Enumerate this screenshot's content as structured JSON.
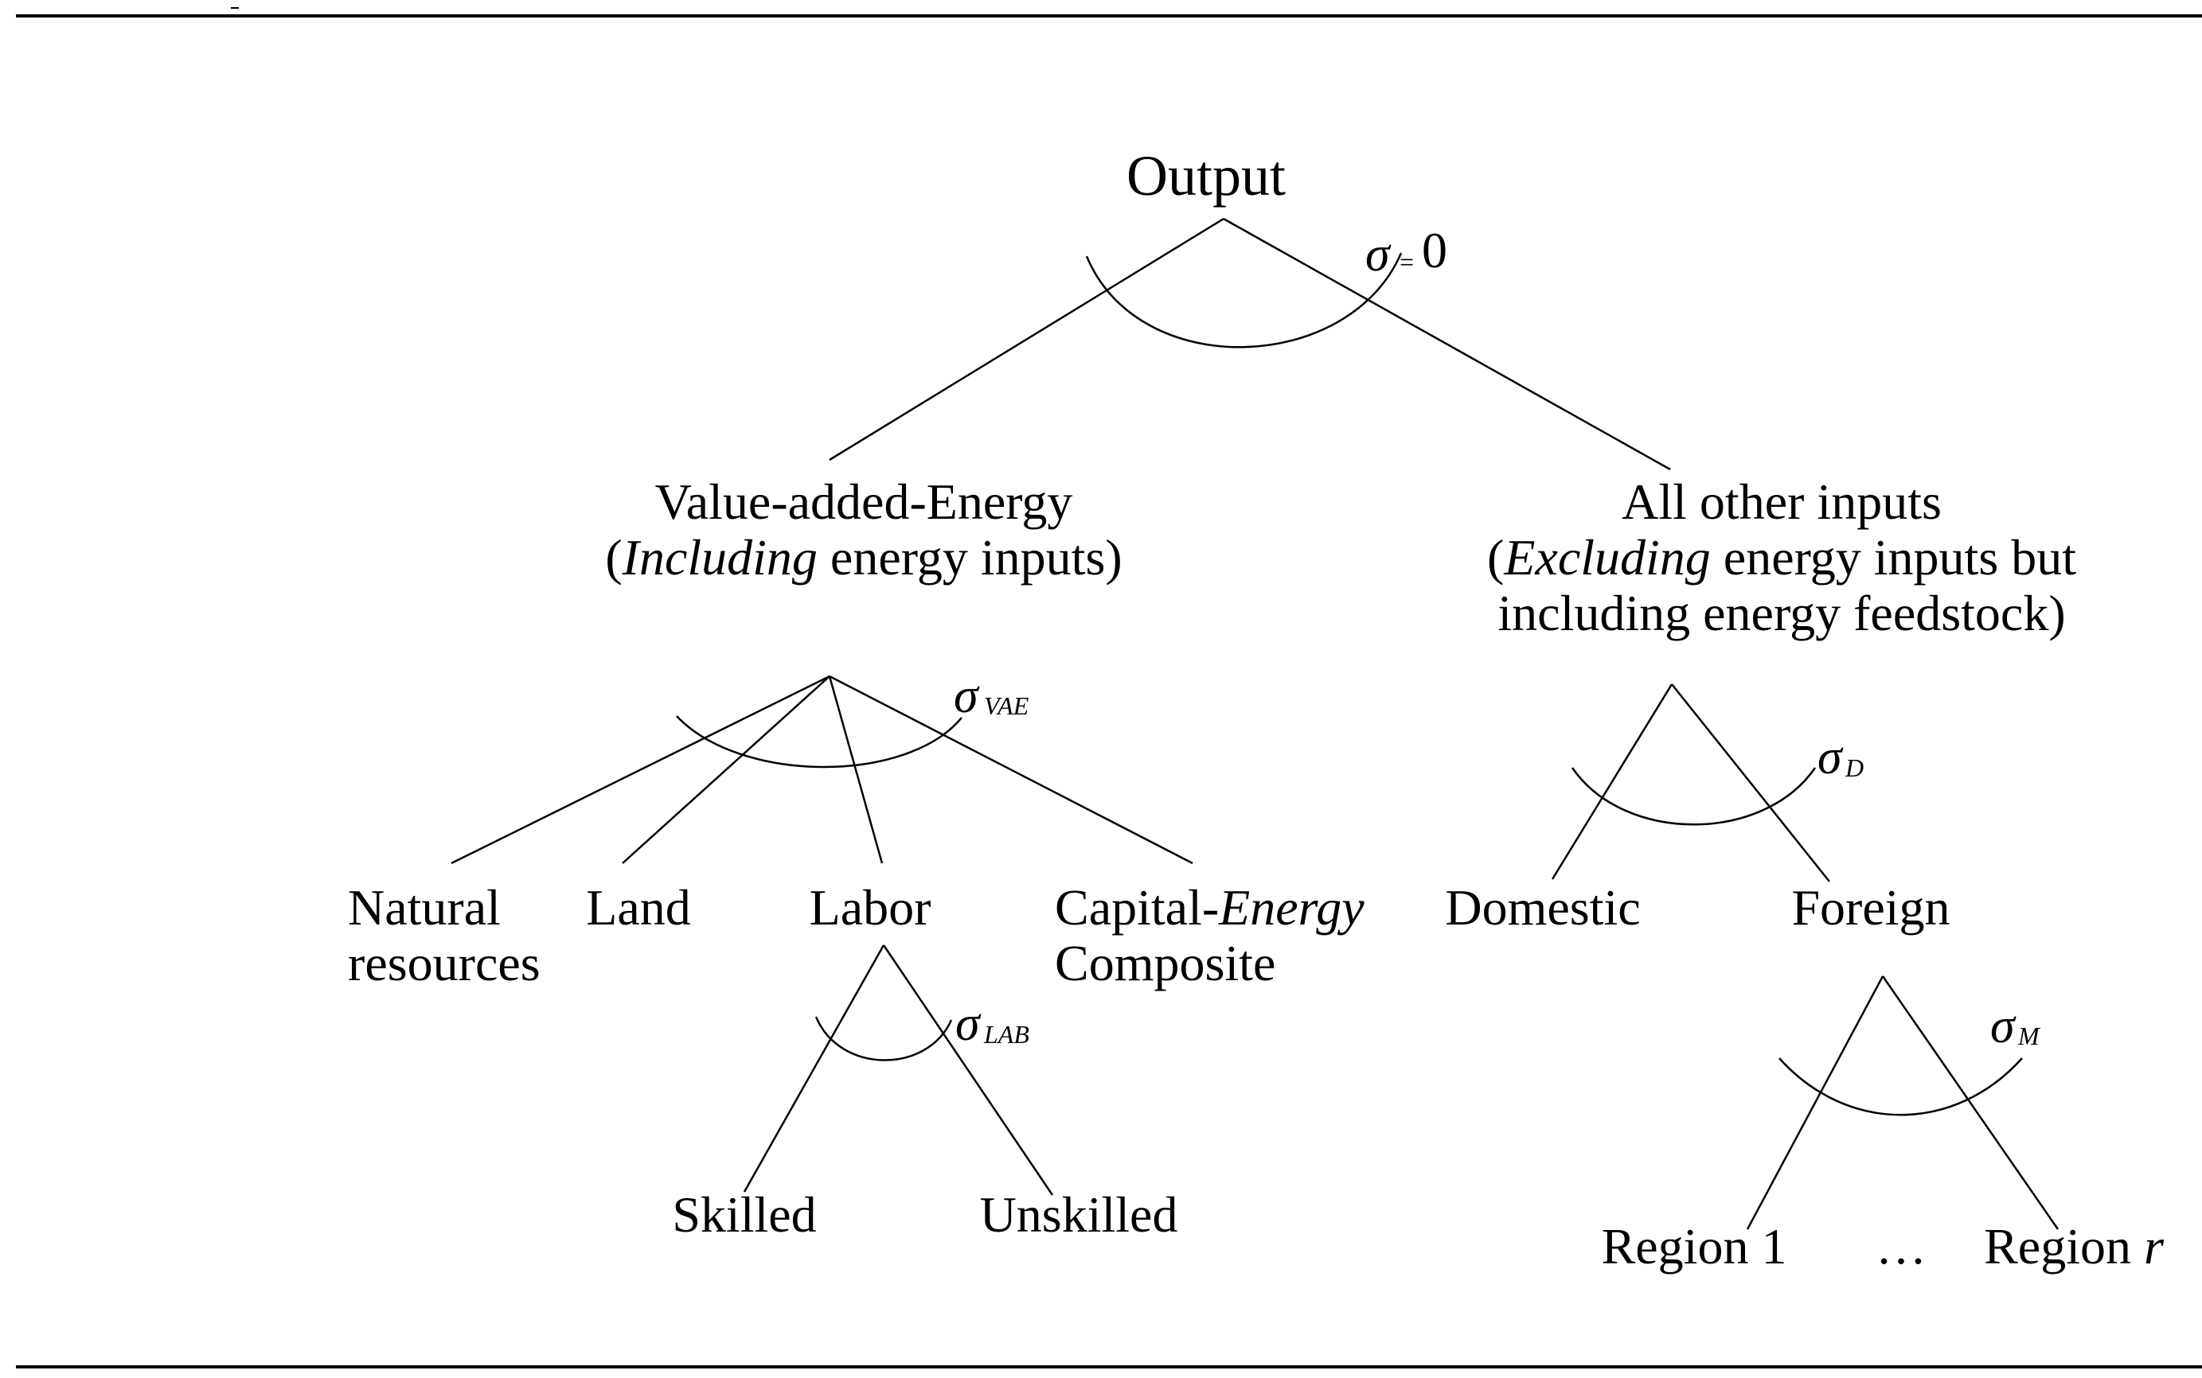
{
  "nodes": {
    "output": "Output",
    "vae_line1": "Value-added-Energy",
    "vae_line2_italic": "Including",
    "vae_line2_rest": " energy inputs)",
    "other_line1": "All other inputs",
    "other_line2_italic": "Excluding",
    "other_line2_rest": " energy inputs but",
    "other_line3": "including energy feedstock)",
    "natural_line1": "Natural",
    "natural_line2": "resources",
    "land": "Land",
    "labor": "Labor",
    "capital_prefix": "Capital-",
    "capital_italic": "Energy",
    "capital_line2": "Composite",
    "domestic": "Domestic",
    "foreign": "Foreign",
    "skilled": "Skilled",
    "unskilled": "Unskilled",
    "region1": "Region 1",
    "ellipsis": "…",
    "region_r_prefix": "Region ",
    "region_r_italic": "r"
  },
  "elasticities": {
    "sigma": "σ",
    "top_sub": "=",
    "top_value": "0",
    "vae_sub": "VAE",
    "lab_sub": "LAB",
    "d_sub": "D",
    "m_sub": "M"
  },
  "colors": {
    "ink": "#000000",
    "background": "#ffffff"
  }
}
